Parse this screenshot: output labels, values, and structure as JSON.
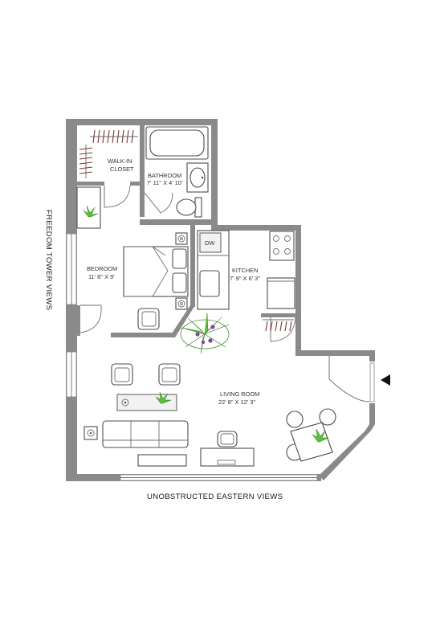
{
  "rooms": {
    "closet": {
      "name_line1": "WALK-IN",
      "name_line2": "CLOSET"
    },
    "bathroom": {
      "name": "BATHROOM",
      "dims": "7' 11'' X 4' 10'"
    },
    "bedroom": {
      "name": "BEDROOM",
      "dims": "11' 8'' X 9'"
    },
    "kitchen": {
      "name": "KITCHEN",
      "dims": "7' 9'' X 6' 3''"
    },
    "living_room": {
      "name": "LIVING ROOM",
      "dims": "22' 8'' X 12' 3''"
    }
  },
  "appliances": {
    "dishwasher": "DW"
  },
  "views": {
    "side": "FREEDOM TOWER VIEWS",
    "bottom": "UNOBSTRUCTED EASTERN VIEWS"
  },
  "entry_marker": {
    "icon": "triangle-left-icon",
    "color": "#111111"
  },
  "colors": {
    "wall": "#8a8a8a",
    "plant": "#5bbf3c",
    "flower": "#8b3fa0"
  }
}
